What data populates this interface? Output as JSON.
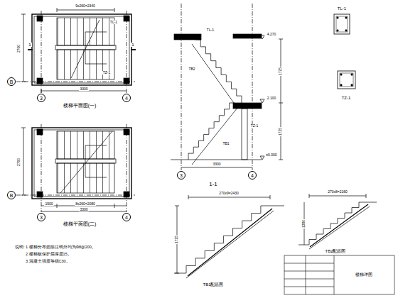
{
  "diagram": {
    "nodes": [
      {
        "text": [
          "B"
        ]
      },
      {
        "text": [
          "3"
        ]
      },
      {
        "text": [
          "4"
        ]
      },
      {
        "text": [
          "B"
        ]
      },
      {
        "text": [
          "3"
        ]
      },
      {
        "text": [
          "4"
        ]
      },
      {
        "text": [
          "3"
        ]
      },
      {
        "text": [
          "4"
        ]
      }
    ],
    "labels": [
      "楼梯平面图(一)",
      "楼梯平面图(二)",
      "1-1",
      "TB1配筋图",
      "TB2配筋图",
      "TL-1",
      "TZ-1",
      "说明: 1.楼梯分布筋除注明外均为Φ8@200。",
      "2.楼梯板保护层厚度15。",
      "3.混凝土强度等级C30。",
      "9x260=2340",
      "3300",
      "2700",
      "1",
      "1",
      "TZ-1",
      "TL-1",
      "1500",
      "8x260=2080",
      "3300",
      "2700",
      "TL-1",
      "TB2",
      "TB1",
      "TZ-1",
      "4.270",
      "2.100",
      "±0.000",
      "1725",
      "1725",
      "3300",
      "270x9=2430",
      "1725",
      "270x8=2160",
      "1380",
      "楼梯详图"
    ]
  }
}
